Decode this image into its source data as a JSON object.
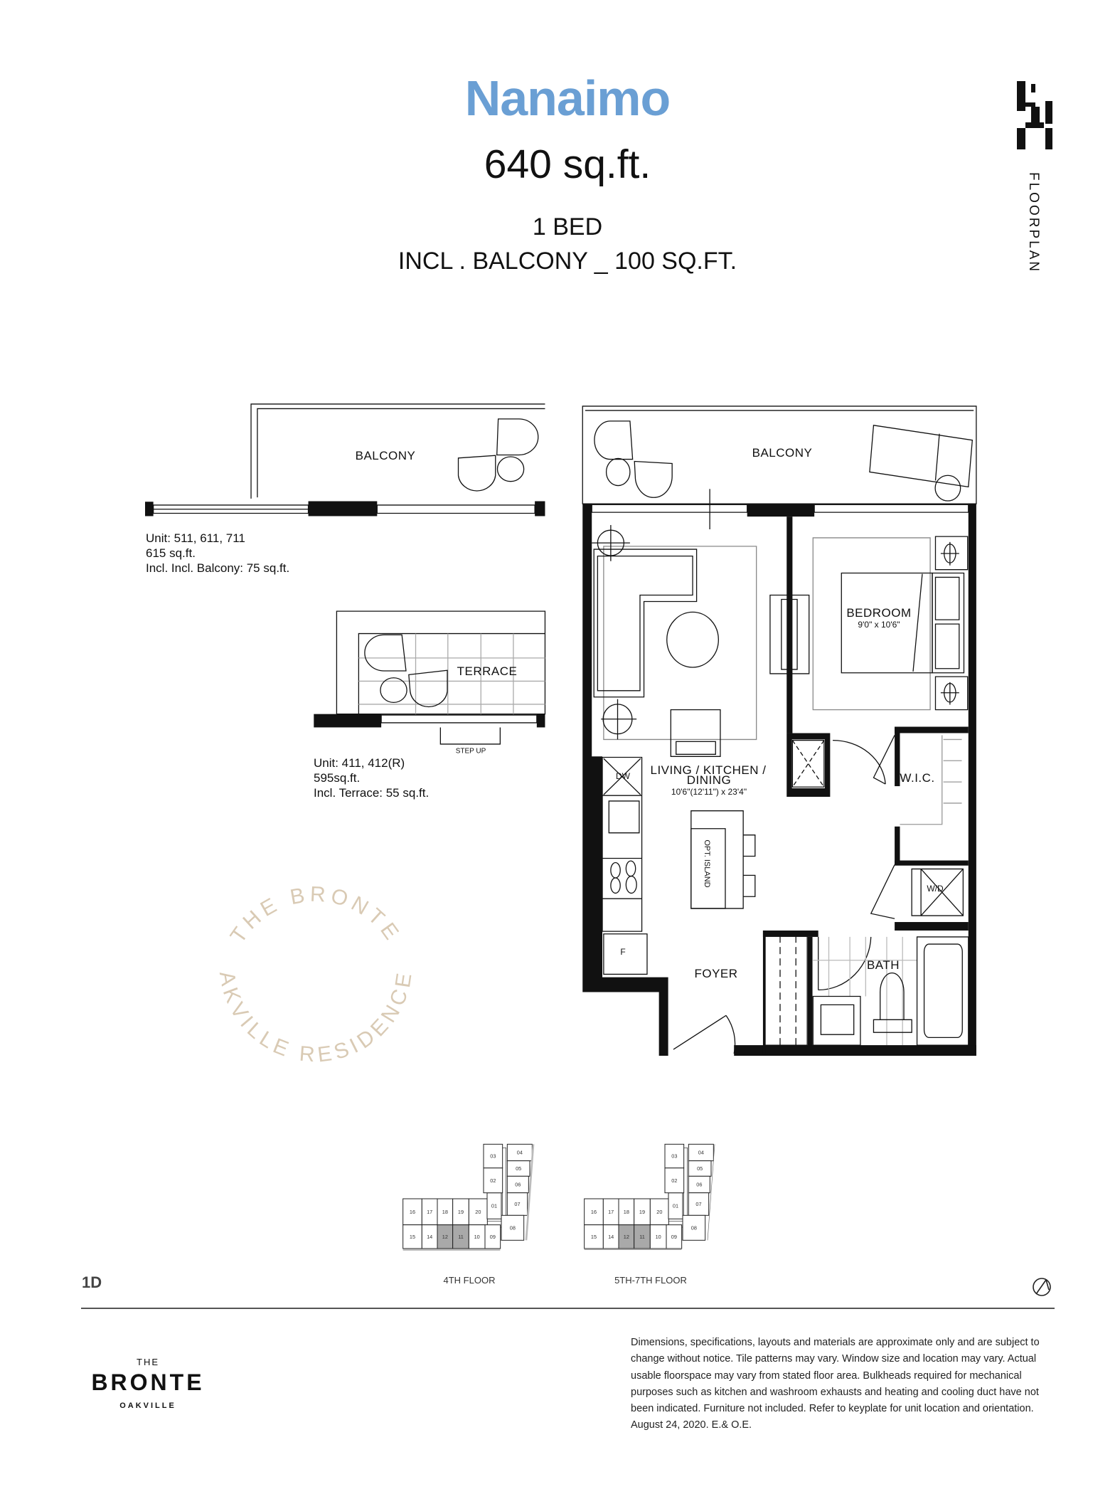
{
  "header": {
    "title": "Nanaimo",
    "area": "640 sq.ft.",
    "bedrooms": "1 BED",
    "balcony_note": "INCL . BALCONY _ 100 SQ.FT.",
    "side_label": "FLOORPLAN",
    "title_color": "#6a9fd4"
  },
  "alt_plans": {
    "balcony_label": "BALCONY",
    "balcony_unit": [
      "Unit: 511, 611, 711",
      "615 sq.ft.",
      "Incl. Incl. Balcony: 75 sq.ft."
    ],
    "terrace_label": "TERRACE",
    "step_up": "STEP UP",
    "terrace_unit": [
      "Unit: 411, 412(R)",
      "595sq.ft.",
      "Incl. Terrace: 55 sq.ft."
    ]
  },
  "plan": {
    "balcony": "BALCONY",
    "bedroom": "BEDROOM",
    "bedroom_dims": "9'0\" x 10'6\"",
    "living_1": "LIVING / KITCHEN /",
    "living_2": "DINING",
    "living_dims": "10'6\"(12'11\") x 23'4\"",
    "wic": "W.I.C.",
    "island": "OPT. ISLAND",
    "wd": "W/D",
    "bath": "BATH",
    "foyer": "FOYER",
    "dw": "DW",
    "fridge": "F"
  },
  "watermark": {
    "top": "THE BRONTE",
    "bottom": "OAKVILLE RESIDENCES",
    "color": "#d9cab4"
  },
  "keyplates": [
    {
      "label": "4TH FLOOR",
      "units": [
        "16",
        "17",
        "18",
        "19",
        "20",
        "15",
        "14",
        "12",
        "11",
        "10",
        "09",
        "01",
        "02",
        "03",
        "04",
        "05",
        "06",
        "07",
        "08"
      ],
      "highlight": [
        "12",
        "11"
      ]
    },
    {
      "label": "5TH-7TH FLOOR",
      "units": [
        "16",
        "17",
        "18",
        "19",
        "20",
        "15",
        "14",
        "12",
        "11",
        "10",
        "09",
        "01",
        "02",
        "03",
        "04",
        "05",
        "06",
        "07",
        "08"
      ],
      "highlight": [
        "12",
        "11"
      ]
    }
  ],
  "footer": {
    "unit_code": "1D",
    "brand_the": "THE",
    "brand_name": "BRONTE",
    "brand_city": "OAKVILLE",
    "disclaimer": "Dimensions, specifications, layouts and materials are approximate only and are subject to change without notice. Tile patterns may vary. Window size and location may vary. Actual usable floorspace may vary from stated floor area. Bulkheads required for mechanical purposes such as kitchen and washroom exhausts and heating and cooling duct have not been indicated.  Furniture not included. Refer to keyplate for unit location and orientation. August 24, 2020. E.& O.E."
  }
}
